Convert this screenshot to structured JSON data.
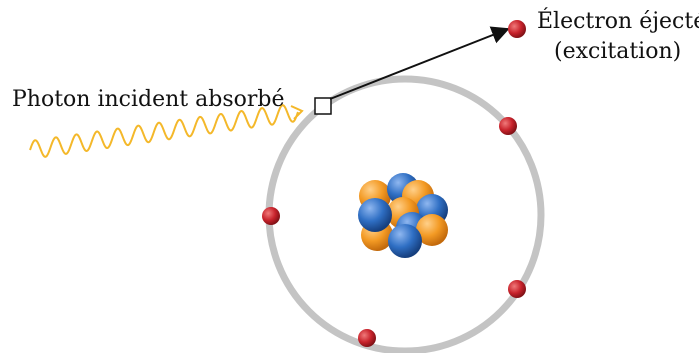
{
  "labels": {
    "photon": "Photon incident absorbé",
    "electron_line1": "Électron éjecté",
    "electron_line2": "(excitation)"
  },
  "colors": {
    "orbit": "#c4c4c4",
    "electron": "#c8232c",
    "proton": "#f39a24",
    "neutron": "#2f6fc4",
    "photon_wave": "#f4b82a",
    "arrow": "#111111"
  },
  "electrons_on_orbit": 4,
  "ejected_electrons": 1,
  "nucleus": {
    "protons": 5,
    "neutrons": 5
  }
}
